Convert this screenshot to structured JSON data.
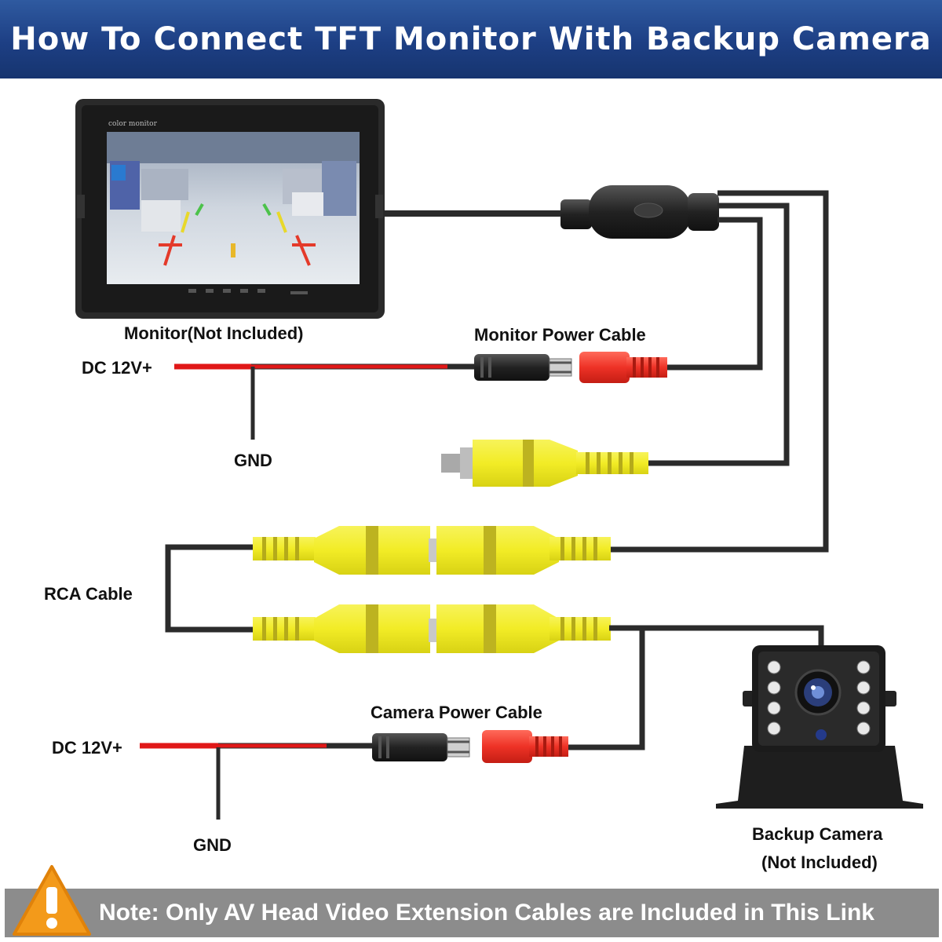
{
  "header": {
    "title": "How To Connect TFT Monitor With Backup Camera"
  },
  "labels": {
    "monitor": "Monitor(Not Included)",
    "monitor_power_cable": "Monitor Power Cable",
    "dc_top": "DC 12V+",
    "gnd_top": "GND",
    "rca_cable": "RCA Cable",
    "camera_power_cable": "Camera Power Cable",
    "dc_bottom": "DC 12V+",
    "gnd_bottom": "GND",
    "backup_camera_line1": "Backup Camera",
    "backup_camera_line2": "(Not Included)"
  },
  "footer": {
    "note": "Note: Only AV Head Video Extension Cables are Included in This Link"
  },
  "colors": {
    "header_blue": "#1d3f84",
    "cable_black": "#2b2b2b",
    "wire_red": "#e01818",
    "rca_yellow": "#f2ec26",
    "plug_red": "#ee3226",
    "footer_gray": "#8c8c8c",
    "warning_orange": "#f39a1a"
  },
  "icons": [
    "monitor-icon",
    "backup-camera-icon",
    "warning-icon"
  ]
}
